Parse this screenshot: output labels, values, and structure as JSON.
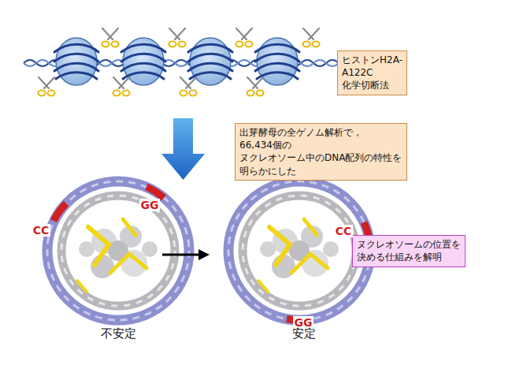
{
  "diagram": {
    "nodes": [
      {
        "text": [
          "ヒストンH2A-A122C 化学切断法"
        ]
      },
      {
        "text": [
          "出芽酵母の全ゲノム解析で，66,434個の ヌクレオソーム中のDNA配列の特性を 明らかにした"
        ]
      },
      {
        "text": [
          "ヌクレオソームの位置を 決める仕組みを解明"
        ]
      }
    ],
    "labels": [
      "CC",
      "GG",
      "CC",
      "GG",
      "不安定",
      "安定"
    ]
  }
}
